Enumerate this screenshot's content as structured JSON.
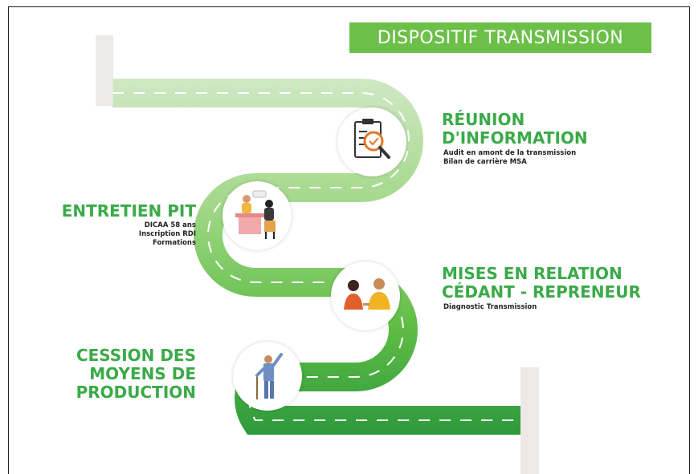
{
  "header": {
    "title": "DISPOSITIF TRANSMISSION"
  },
  "steps": [
    {
      "title_lines": [
        "RÉUNION",
        "D'INFORMATION"
      ],
      "details": [
        "Audit en amont de la transmission",
        "Bilan de carrière MSA"
      ],
      "icon": "clipboard-magnifier-icon"
    },
    {
      "title_lines": [
        "ENTRETIEN PIT"
      ],
      "details": [
        "DICAA 58 ans",
        "Inscription RDI",
        "Formations"
      ],
      "icon": "meeting-desk-icon"
    },
    {
      "title_lines": [
        "MISES EN RELATION",
        "CÉDANT - REPRENEUR"
      ],
      "details": [
        "Diagnostic Transmission"
      ],
      "icon": "two-people-talking-icon"
    },
    {
      "title_lines": [
        "CESSION DES",
        "MOYENS DE",
        "PRODUCTION"
      ],
      "details": [],
      "icon": "farmer-with-tool-icon"
    }
  ],
  "colors": {
    "banner": "#6cc04a",
    "title_green": "#3aaa48",
    "road_light": "#c8e6bd",
    "road_mid": "#7ccc5a",
    "road_dark": "#2f9c3e",
    "post": "#ece9e6"
  }
}
